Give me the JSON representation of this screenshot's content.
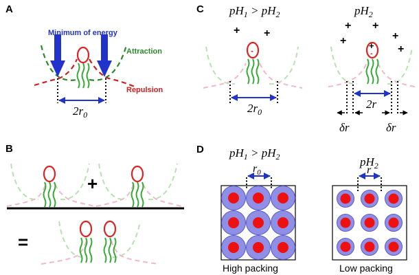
{
  "panels": {
    "a": {
      "label": "A",
      "minimum_of_energy": "Minimum of energy",
      "attraction": "Attraction",
      "repulsion": "Repulsion",
      "distance": "2r",
      "distance_sub": "0"
    },
    "b": {
      "label": "B",
      "plus": "+",
      "equals": "="
    },
    "c": {
      "label": "C",
      "left_title_1": "pH",
      "left_sub_1": "1",
      "left_gt": " > pH",
      "left_sub_2": "2",
      "right_title": "pH",
      "right_sub": "2",
      "plus_sign": "+",
      "minus_sign": "-",
      "left_distance": "2r",
      "left_distance_sub": "0",
      "right_distance": "2r",
      "delta_r": "δr"
    },
    "d": {
      "label": "D",
      "left_title_1": "pH",
      "left_sub_1": "1",
      "left_gt": " > pH",
      "left_sub_2": "2",
      "right_title": "pH",
      "right_sub": "2",
      "left_r": "r",
      "left_r_sub": "0",
      "right_r": "r",
      "high_packing": "High packing",
      "low_packing": "Low packing"
    }
  },
  "colors": {
    "attraction": "#2a8a2a",
    "repulsion": "#cc2020",
    "energy_arrow": "#2233cc",
    "head": "#dd2222",
    "tail": "#33aa33",
    "faint_green": "#b7e2b0",
    "faint_pink": "#f0b8c8",
    "disk_blue": "#8f8fe6",
    "disk_red": "#ee1111"
  }
}
